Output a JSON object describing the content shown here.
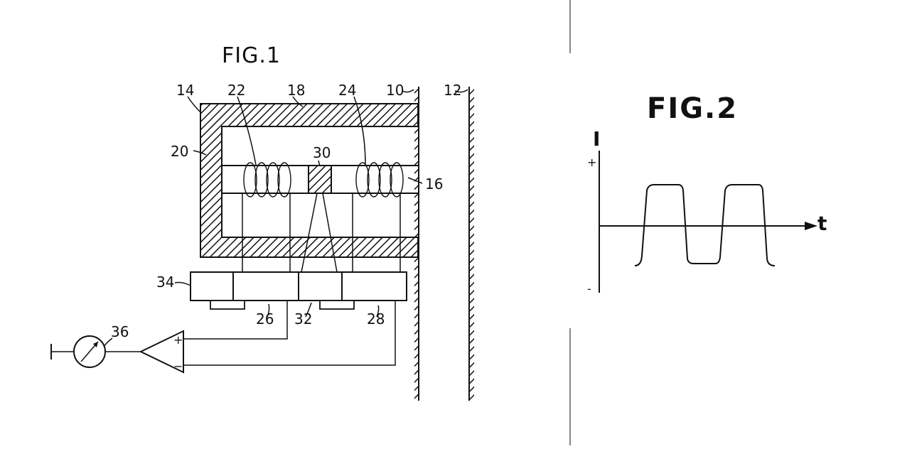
{
  "fig1": {
    "title": "FIG.1",
    "refs": {
      "r10": "10",
      "r12": "12",
      "r14": "14",
      "r16": "16",
      "r18": "18",
      "r20": "20",
      "r22": "22",
      "r24": "24",
      "r26": "26",
      "r28": "28",
      "r30": "30",
      "r32": "32",
      "r34": "34",
      "r36": "36"
    },
    "amp_plus": "+",
    "amp_minus": "−"
  },
  "fig2": {
    "title": "FIG.2",
    "y_axis_label": "I",
    "x_axis_label": "t",
    "plus_sign": "+",
    "minus_sign": "-"
  }
}
